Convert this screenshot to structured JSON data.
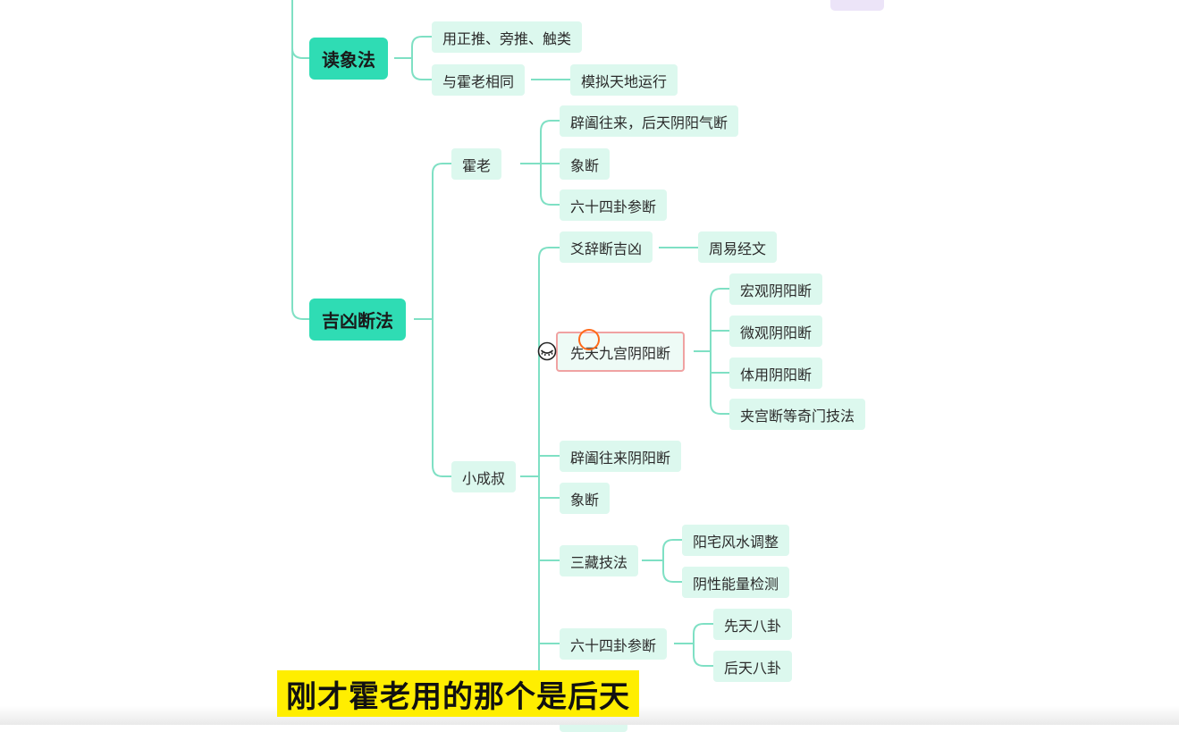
{
  "colors": {
    "line": "#7fe0c4",
    "leaf_bg": "#dcf8ee",
    "main_bg": "#2fdcb4",
    "subtitle_bg": "#ffee00",
    "selection_border": "#f0a2a2",
    "cursor": "#ff6a1a"
  },
  "mindmap": {
    "top_tag_text": "",
    "nodes": {
      "duxiangfa": "读象法",
      "zhengtui": "用正推、旁推、触类",
      "yuhuolao": "与霍老相同",
      "moni": "模拟天地运行",
      "jixiong": "吉凶断法",
      "huolao": "霍老",
      "pihe_houtian": "辟阖往来，后天阴阳气断",
      "xiangduan1": "象断",
      "liushisi1": "六十四卦参断",
      "xiaochengshu": "小成叔",
      "yaoci": "爻辞断吉凶",
      "zhouyi": "周易经文",
      "xiantian_jiugong": "先天九宫阴阳断",
      "hongguan": "宏观阴阳断",
      "weiguan": "微观阴阳断",
      "tiyong": "体用阴阳断",
      "jiagong": "夹宫断等奇门技法",
      "pihe_yinyang": "辟阖往来阴阳断",
      "xiangduan2": "象断",
      "sancang": "三藏技法",
      "yangzhai": "阳宅风水调整",
      "yinxing": "阴性能量检测",
      "liushisi2": "六十四卦参断",
      "xiantianbagua": "先天八卦",
      "houtianbagua": "后天八卦"
    }
  },
  "subtitle": "刚才霍老用的那个是后天",
  "icons": {
    "collapse": "eye-closed-icon",
    "cursor": "cursor-ring-icon"
  }
}
